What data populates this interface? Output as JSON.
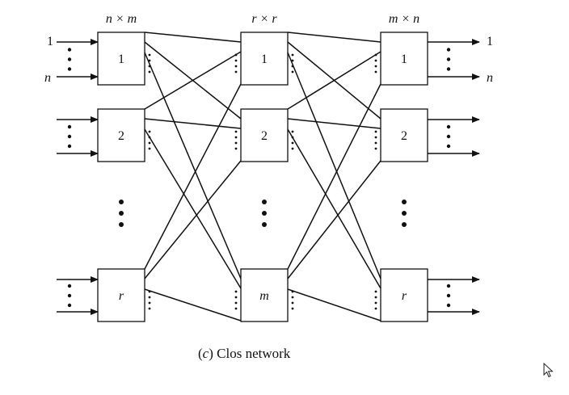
{
  "diagram": {
    "stage_headers": [
      "n × m",
      "r × r",
      "m × n"
    ],
    "input_switch_labels": [
      "1",
      "2",
      "r"
    ],
    "middle_switch_labels": [
      "1",
      "2",
      "m"
    ],
    "output_switch_labels": [
      "1",
      "2",
      "r"
    ],
    "input_port_labels": [
      "1",
      "n"
    ],
    "output_port_labels": [
      "1",
      "n"
    ],
    "caption_letter": "c",
    "caption_text": "Clos network"
  },
  "icons": {
    "cursor": "mouse-pointer-icon"
  }
}
